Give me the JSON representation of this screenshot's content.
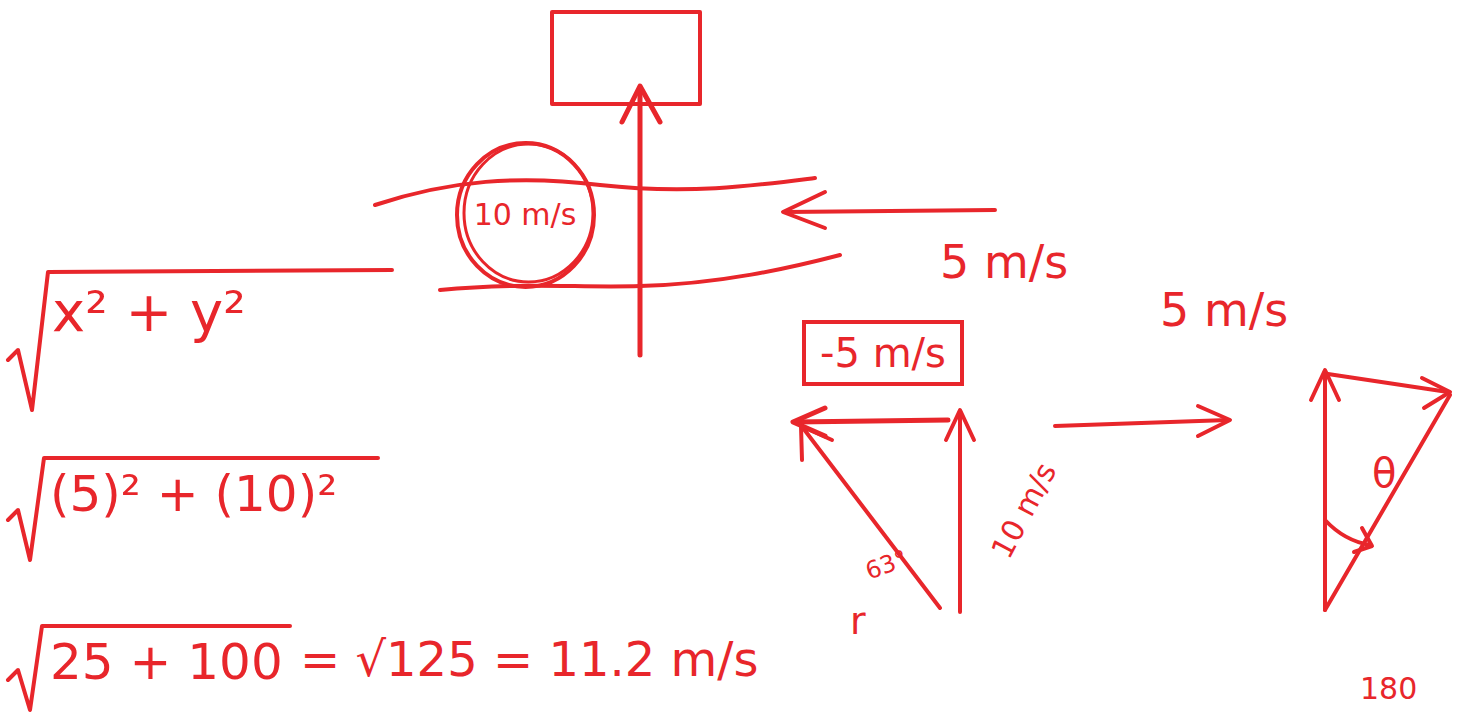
{
  "diagram": {
    "nodes": [
      {
        "text": [
          "10 m/s"
        ]
      },
      {
        "text": [
          "-5 m/s"
        ]
      }
    ],
    "labels": [
      "5 m/s",
      "x² + y²",
      "(5)² + (10)²",
      "25 + 100",
      "= √125 = 11.2 m/s",
      "5 m/s",
      "r",
      "63°",
      "10 m/s",
      "θ",
      "180"
    ]
  }
}
